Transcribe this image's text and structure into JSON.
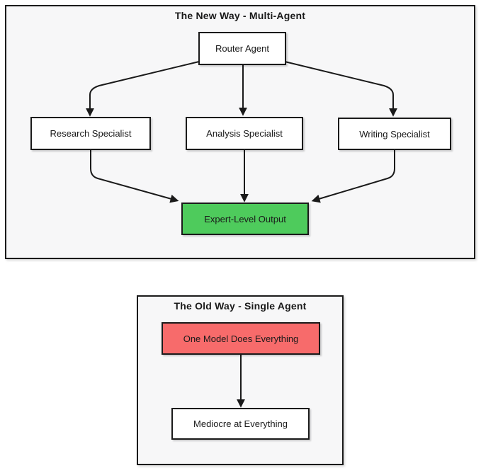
{
  "new_way": {
    "title": "The New Way - Multi-Agent",
    "nodes": {
      "router": {
        "label": "Router Agent"
      },
      "research": {
        "label": "Research Specialist"
      },
      "analysis": {
        "label": "Analysis Specialist"
      },
      "writing": {
        "label": "Writing Specialist"
      },
      "expert": {
        "label": "Expert-Level Output",
        "fill": "#4ecb5c"
      }
    },
    "edges": [
      {
        "from": "router",
        "to": "research"
      },
      {
        "from": "router",
        "to": "analysis"
      },
      {
        "from": "router",
        "to": "writing"
      },
      {
        "from": "research",
        "to": "expert"
      },
      {
        "from": "analysis",
        "to": "expert"
      },
      {
        "from": "writing",
        "to": "expert"
      }
    ]
  },
  "old_way": {
    "title": "The Old Way - Single Agent",
    "nodes": {
      "one_model": {
        "label": "One Model Does Everything",
        "fill": "#f76b6b"
      },
      "mediocre": {
        "label": "Mediocre at Everything"
      }
    },
    "edges": [
      {
        "from": "one_model",
        "to": "mediocre"
      }
    ]
  },
  "colors": {
    "node_border": "#1a1a1a",
    "node_fill": "#ffffff",
    "panel_fill": "#f7f7f8",
    "edge": "#1a1a1a",
    "success_fill": "#4ecb5c",
    "danger_fill": "#f76b6b",
    "text": "#1a1a1a"
  }
}
